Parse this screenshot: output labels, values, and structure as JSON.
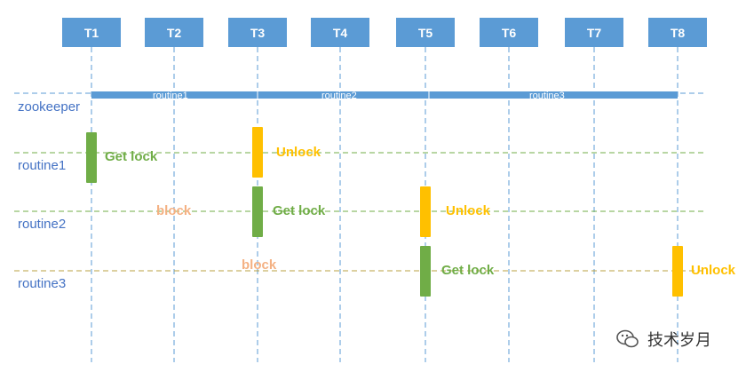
{
  "colors": {
    "header_blue": "#5b9bd5",
    "lane_text_blue": "#4472c4",
    "green": "#70ad47",
    "yellow": "#ffc000",
    "orange": "#f4b183"
  },
  "time_points": [
    "T1",
    "T2",
    "T3",
    "T4",
    "T5",
    "T6",
    "T7",
    "T8"
  ],
  "lanes": [
    "zookeeper",
    "routine1",
    "routine2",
    "routine3"
  ],
  "zookeeper_bar": [
    "routine1",
    "routine2",
    "routine3"
  ],
  "events": [
    {
      "lane": "routine1",
      "time": "T1",
      "label": "Get lock",
      "kind": "green"
    },
    {
      "lane": "routine1",
      "time": "T3",
      "label": "Unlock",
      "kind": "yellow"
    },
    {
      "lane": "routine2",
      "time": "T2",
      "label": "block",
      "kind": "orange"
    },
    {
      "lane": "routine2",
      "time": "T3",
      "label": "Get lock",
      "kind": "green"
    },
    {
      "lane": "routine2",
      "time": "T5",
      "label": "Unlock",
      "kind": "yellow"
    },
    {
      "lane": "routine3",
      "time": "T3",
      "label": "block",
      "kind": "orange"
    },
    {
      "lane": "routine3",
      "time": "T5",
      "label": "Get lock",
      "kind": "green"
    },
    {
      "lane": "routine3",
      "time": "T8",
      "label": "Unlock",
      "kind": "yellow"
    }
  ],
  "watermark": {
    "text": "技术岁月",
    "icon": "wechat-icon"
  }
}
